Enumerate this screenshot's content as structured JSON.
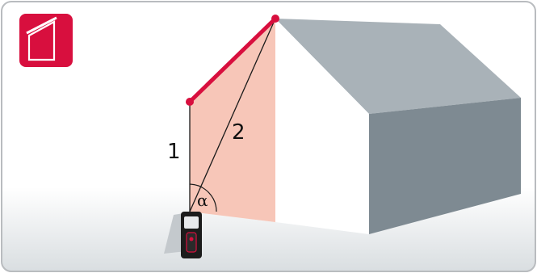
{
  "labels": {
    "height_label": "1",
    "hypotenuse_label": "2",
    "angle_label": "α"
  },
  "icons": {
    "function_icon": "roof-slope-function-icon",
    "device": "laser-distance-meter-icon"
  },
  "colors": {
    "accent_red": "#d80f3e",
    "triangle_fill": "#f7c6b8",
    "roof_gray": "#a9b2b8",
    "wall_gray": "#7e8a92",
    "frame_border": "#b9bcbf",
    "ground_gray": "#dde1e3"
  }
}
